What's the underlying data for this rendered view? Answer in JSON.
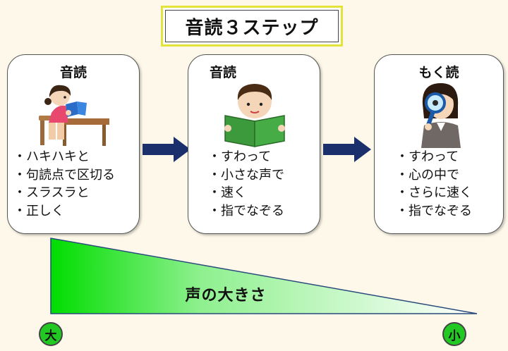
{
  "title": "音読３ステップ",
  "cards": [
    {
      "heading": "音読",
      "items": [
        "ハキハキと",
        "句読点で区切る",
        "スラスラと",
        "正しく"
      ],
      "illustration_icon": "girl-reading-at-desk-icon"
    },
    {
      "heading": "音読",
      "items": [
        "すわって",
        "小さな声で",
        "速く",
        "指でなぞる"
      ],
      "illustration_icon": "boy-reading-book-icon"
    },
    {
      "heading": "もく読",
      "items": [
        "すわって",
        "心の中で",
        "さらに速く",
        "指でなぞる"
      ],
      "illustration_icon": "woman-with-magnifier-icon"
    }
  ],
  "bullet": "・",
  "voice_volume": {
    "label": "声の大きさ",
    "loud": "大",
    "soft": "小",
    "gradient_from": "#00dd00",
    "gradient_to": "#ffffff"
  },
  "colors": {
    "background": "#fdf8e9",
    "title_border": "#e3e33a",
    "arrow": "#1a2f6b",
    "circle": "#22c922"
  }
}
